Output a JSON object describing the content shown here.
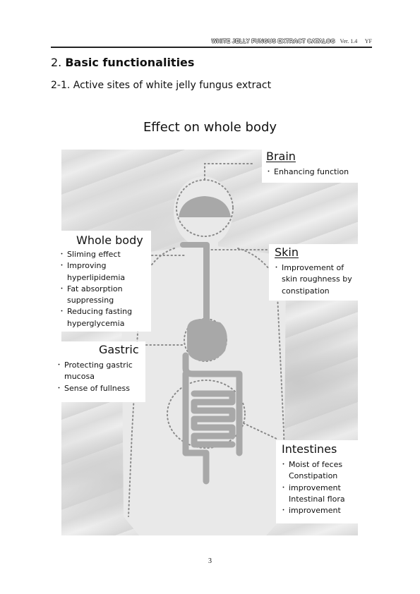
{
  "header": {
    "catalog": "WHITE JELLY FUNGUS EXTRACT CATALOG",
    "version": "Ver. 1.4",
    "author": "YF"
  },
  "section": {
    "number": "2.",
    "title": "Basic functionalities"
  },
  "subsection": "2-1. Active sites of white jelly fungus extract",
  "figure": {
    "title": "Effect on whole body",
    "brain": {
      "heading": "Brain",
      "items": [
        "Enhancing function"
      ]
    },
    "skin": {
      "heading": "Skin",
      "items": [
        "Improvement of",
        "skin roughness by",
        "constipation"
      ]
    },
    "whole_body": {
      "heading": "Whole body",
      "items": [
        "Sliming effect",
        "Improving",
        "hyperlipidemia",
        "Fat absorption",
        "suppressing",
        "Reducing fasting",
        "hyperglycemia"
      ]
    },
    "gastric": {
      "heading": "Gastric",
      "items": [
        "Protecting gastric",
        "mucosa",
        "Sense of fullness"
      ]
    },
    "intestines": {
      "heading": "Intestines",
      "items": [
        "Moist of feces",
        "Constipation",
        "improvement",
        "Intestinal flora",
        "improvement"
      ]
    }
  },
  "page_number": "3"
}
